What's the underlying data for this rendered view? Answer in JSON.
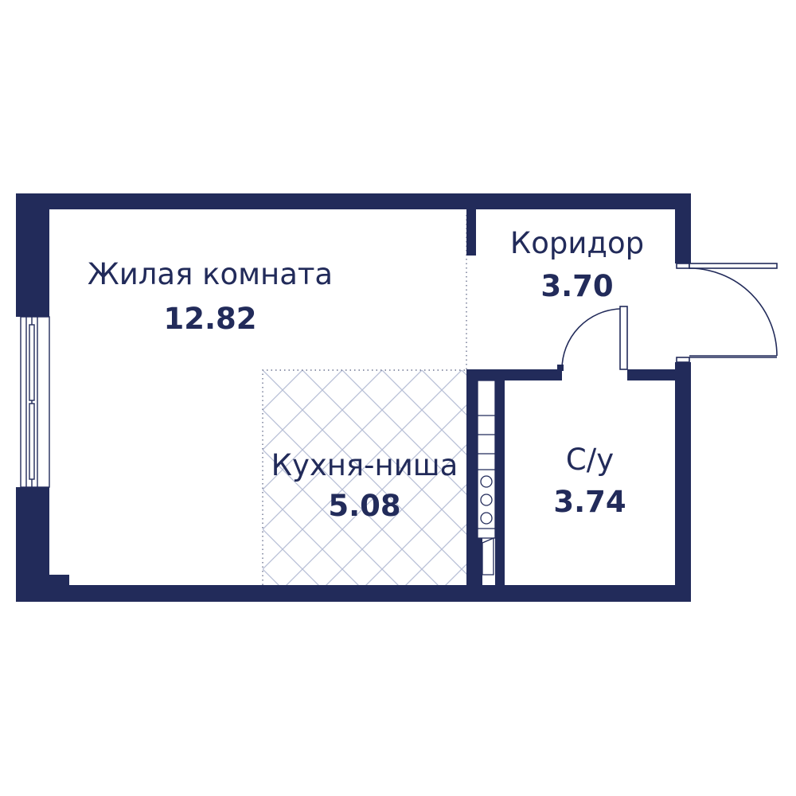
{
  "colors": {
    "wall": "#222b5a",
    "tile": "#b8bfd6",
    "dots": "#6d7491",
    "fixture": "#222b5a",
    "background": "#ffffff"
  },
  "rooms": {
    "living": {
      "name": "Жилая комната",
      "area": "12.82"
    },
    "corridor": {
      "name": "Коридор",
      "area": "3.70"
    },
    "kitchen": {
      "name": "Кухня-ниша",
      "area": "5.08"
    },
    "bathroom": {
      "name": "С/у",
      "area": "3.74"
    }
  }
}
